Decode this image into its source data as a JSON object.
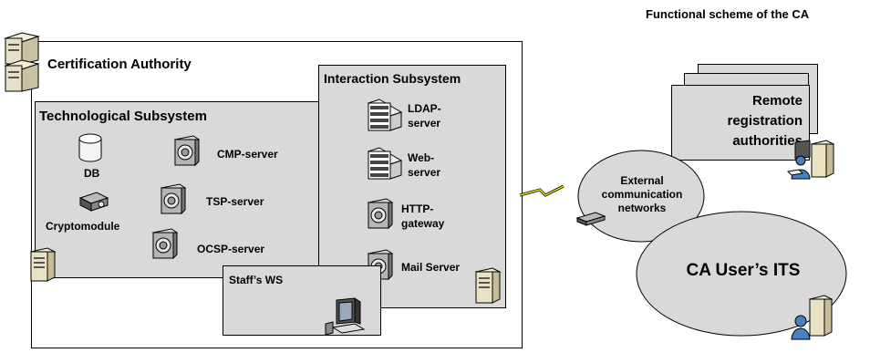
{
  "title": "Functional scheme of the CA",
  "ca": {
    "label": "Certification Authority",
    "tech": {
      "label": "Technological Subsystem",
      "db": "DB",
      "crypto": "Cryptomodule",
      "cmp": "CMP-server",
      "tsp": "TSP-server",
      "ocsp": "OCSP-server"
    },
    "interaction": {
      "label": "Interaction Subsystem",
      "ldap": [
        "LDAP-",
        "server"
      ],
      "web": [
        "Web-",
        "server"
      ],
      "http": [
        "HTTP-",
        "gateway"
      ],
      "mail": "Mail Server"
    },
    "staff": "Staff’s WS"
  },
  "remote": [
    "Remote",
    "registration",
    "authorities"
  ],
  "external": [
    "External",
    "communication",
    "networks"
  ],
  "users": "CA User’s ITS"
}
